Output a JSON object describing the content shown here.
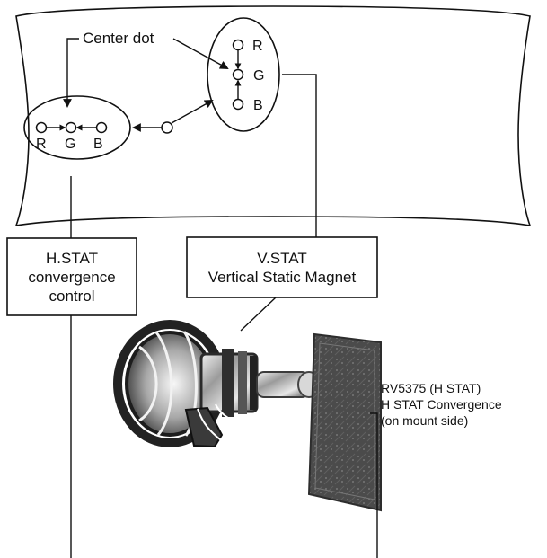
{
  "labels": {
    "center_dot": "Center dot",
    "horizontal_rgb": [
      "R",
      "G",
      "B"
    ],
    "vertical_rgb": [
      "R",
      "G",
      "B"
    ]
  },
  "boxes": {
    "hstat": {
      "line1": "H.STAT",
      "line2": "convergence",
      "line3": "control"
    },
    "vstat": {
      "line1": "V.STAT",
      "line2": "Vertical Static Magnet"
    }
  },
  "side_note": {
    "line1": "RV5375 (H STAT)",
    "line2": "H STAT Convergence",
    "line3": "(on mount side)"
  },
  "colors": {
    "line": "#111111",
    "background": "#ffffff",
    "image_dark": "#2f2f2f",
    "image_mid": "#7b7b7b",
    "image_light": "#dddddd"
  }
}
